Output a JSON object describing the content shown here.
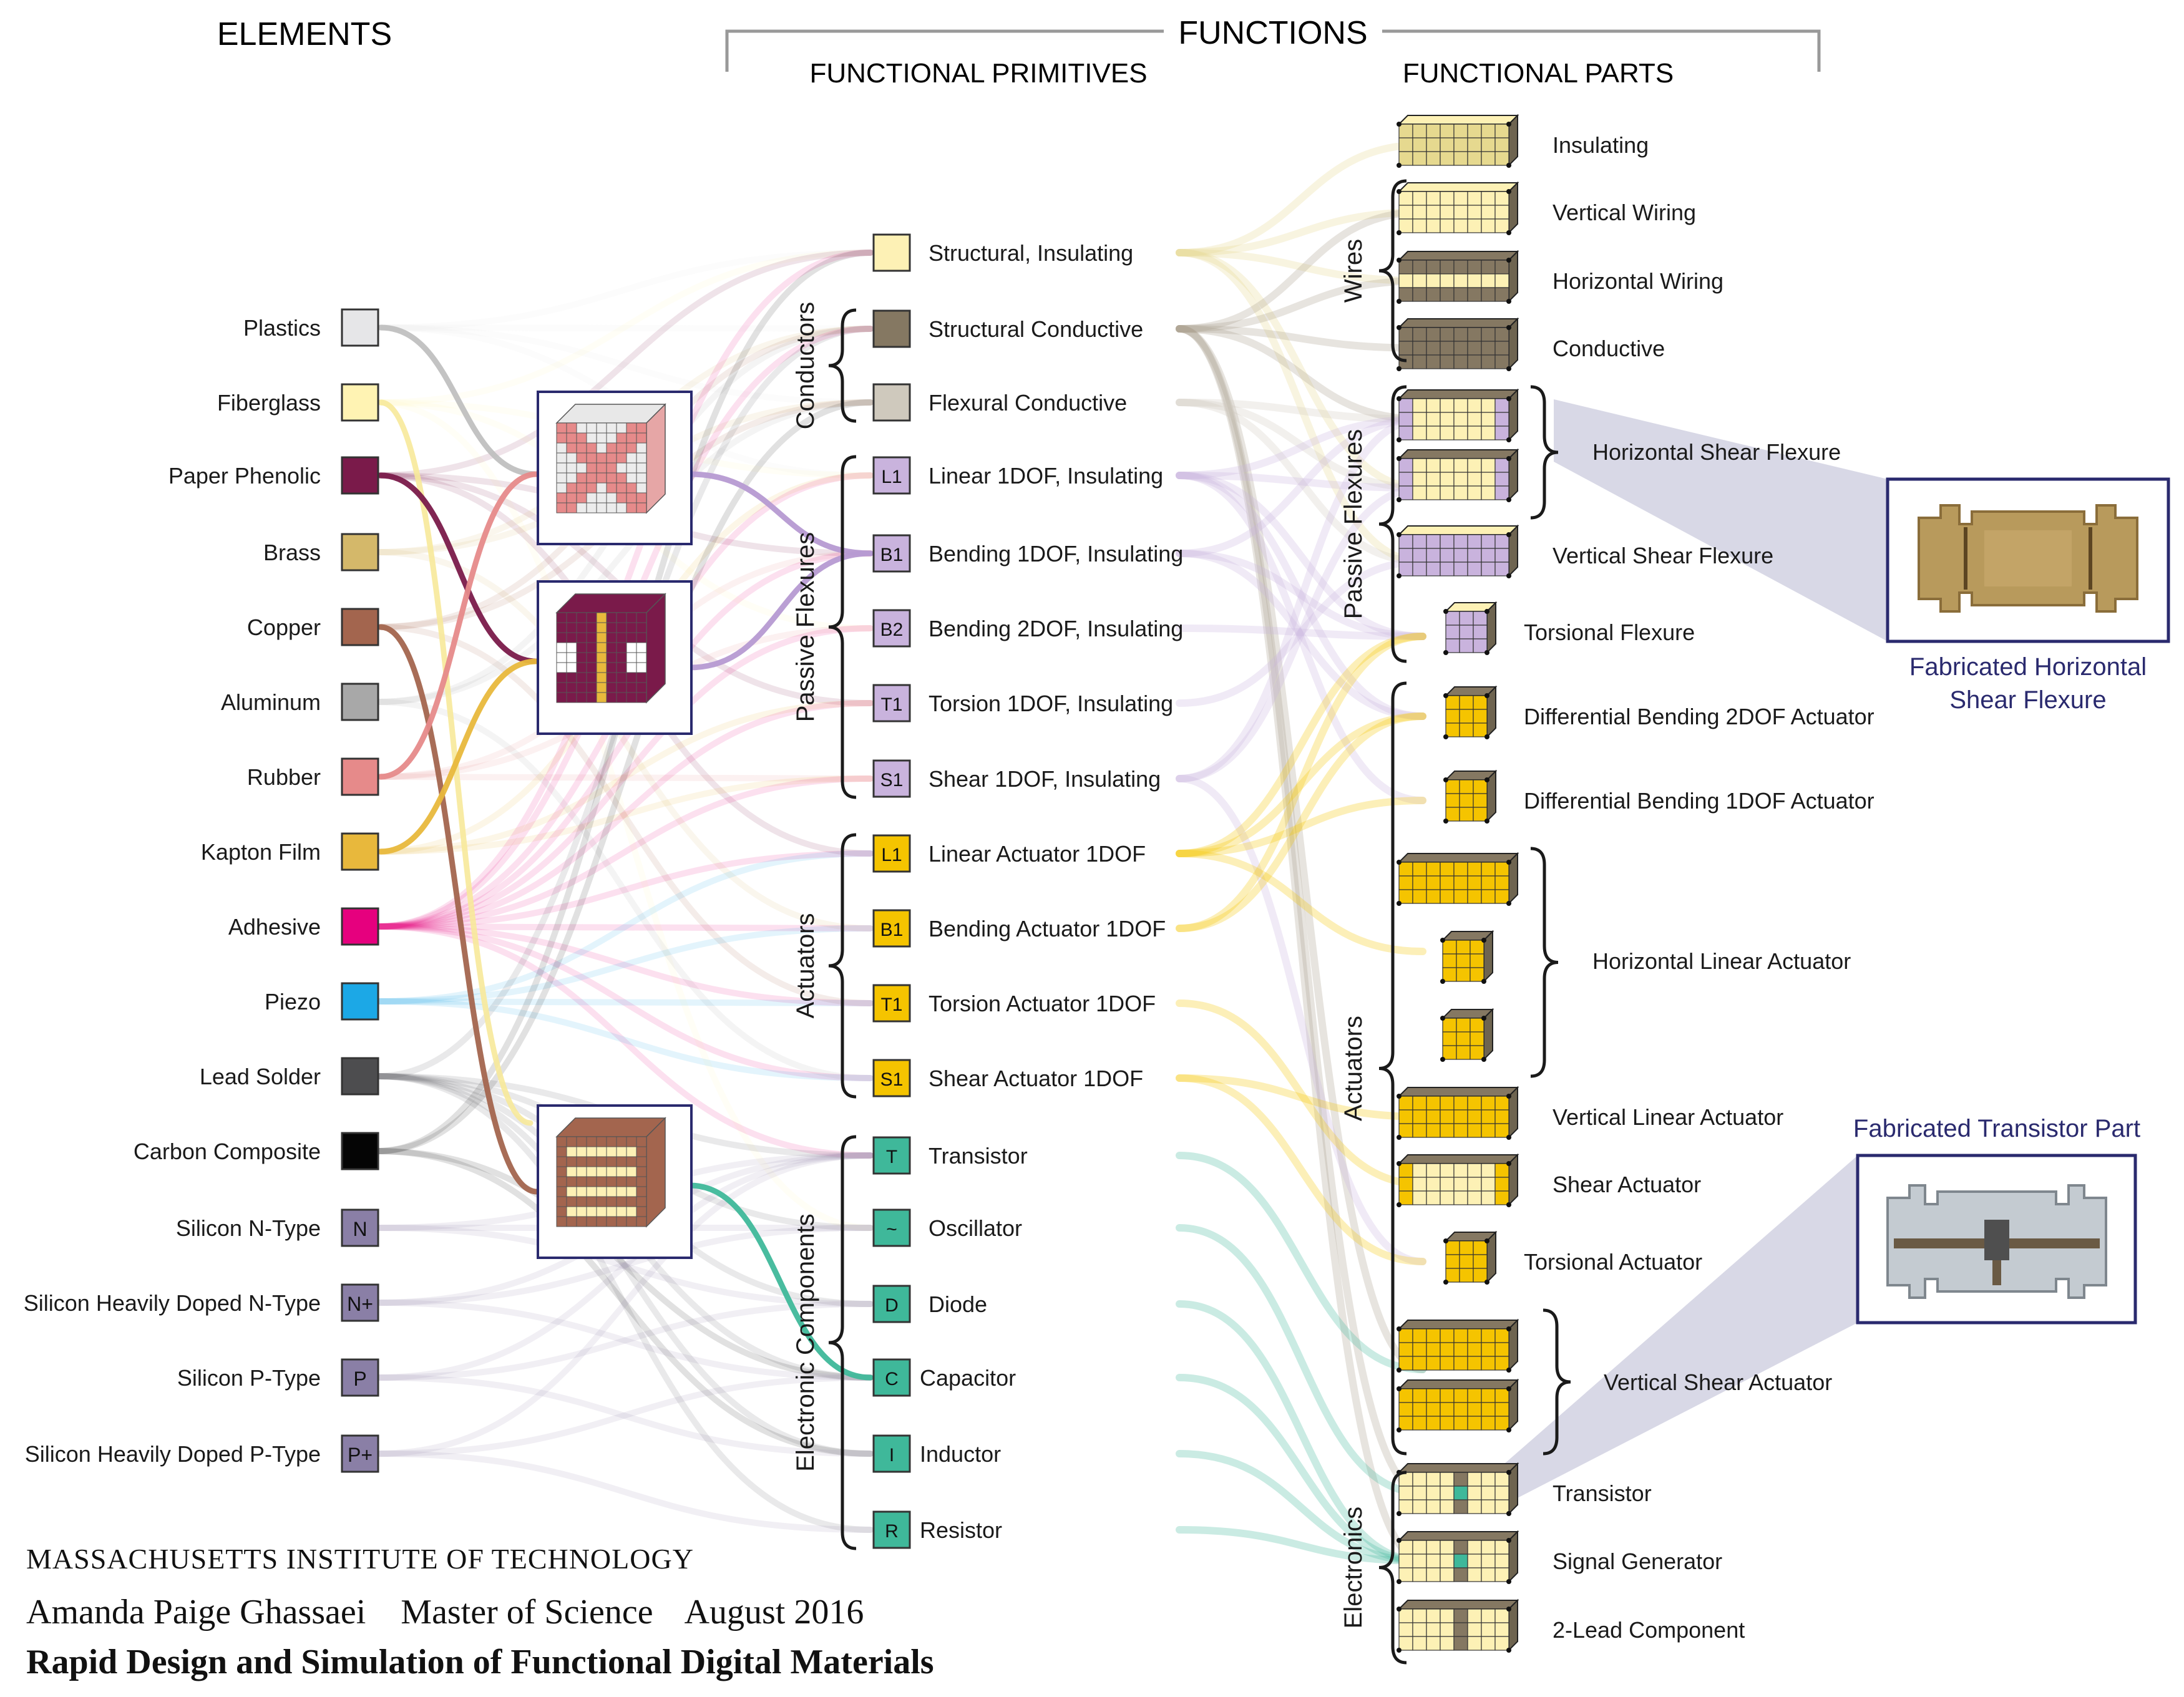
{
  "headings": {
    "elements": "ELEMENTS",
    "functions": "FUNCTIONS",
    "primitives": "FUNCTIONAL PRIMITIVES",
    "parts": "FUNCTIONAL PARTS"
  },
  "elements": [
    {
      "label": "Plastics",
      "color": "#e6e6e8",
      "code": ""
    },
    {
      "label": "Fiberglass",
      "color": "#fff3b3",
      "code": ""
    },
    {
      "label": "Paper Phenolic",
      "color": "#7a1a4a",
      "code": ""
    },
    {
      "label": "Brass",
      "color": "#d4b86a",
      "code": ""
    },
    {
      "label": "Copper",
      "color": "#a3654e",
      "code": ""
    },
    {
      "label": "Aluminum",
      "color": "#a8a8a8",
      "code": ""
    },
    {
      "label": "Rubber",
      "color": "#e68a8a",
      "code": ""
    },
    {
      "label": "Kapton Film",
      "color": "#e8b83c",
      "code": ""
    },
    {
      "label": "Adhesive",
      "color": "#e6007e",
      "code": ""
    },
    {
      "label": "Piezo",
      "color": "#1ca8e6",
      "code": ""
    },
    {
      "label": "Lead Solder",
      "color": "#4d4d4f",
      "code": ""
    },
    {
      "label": "Carbon Composite",
      "color": "#050505",
      "code": ""
    },
    {
      "label": "Silicon N-Type",
      "color": "#8a7fa6",
      "code": "N"
    },
    {
      "label": "Silicon Heavily Doped N-Type",
      "color": "#8a7fa6",
      "code": "N+"
    },
    {
      "label": "Silicon P-Type",
      "color": "#8a7fa6",
      "code": "P"
    },
    {
      "label": "Silicon Heavily Doped P-Type",
      "color": "#8a7fa6",
      "code": "P+"
    }
  ],
  "primitive_groups": [
    {
      "label": "Conductors"
    },
    {
      "label": "Passive Flexures"
    },
    {
      "label": "Actuators"
    },
    {
      "label": "Electronic Components"
    }
  ],
  "primitives": [
    {
      "label": "Structural, Insulating",
      "code": "",
      "color": "#fdf1b5"
    },
    {
      "label": "Structural Conductive",
      "code": "",
      "color": "#857862"
    },
    {
      "label": "Flexural Conductive",
      "code": "",
      "color": "#cfc9bd"
    },
    {
      "label": "Linear 1DOF, Insulating",
      "code": "L1",
      "color": "#c9b3dd"
    },
    {
      "label": "Bending 1DOF, Insulating",
      "code": "B1",
      "color": "#c9b3dd"
    },
    {
      "label": "Bending 2DOF, Insulating",
      "code": "B2",
      "color": "#c9b3dd"
    },
    {
      "label": "Torsion 1DOF, Insulating",
      "code": "T1",
      "color": "#c9b3dd"
    },
    {
      "label": "Shear 1DOF, Insulating",
      "code": "S1",
      "color": "#c9b3dd"
    },
    {
      "label": "Linear Actuator 1DOF",
      "code": "L1",
      "color": "#f5c400"
    },
    {
      "label": "Bending Actuator 1DOF",
      "code": "B1",
      "color": "#f5c400"
    },
    {
      "label": "Torsion Actuator 1DOF",
      "code": "T1",
      "color": "#f5c400"
    },
    {
      "label": "Shear Actuator 1DOF",
      "code": "S1",
      "color": "#f5c400"
    },
    {
      "label": "Transistor",
      "code": "T",
      "color": "#3fb89a"
    },
    {
      "label": "Oscillator",
      "code": "~",
      "color": "#3fb89a"
    },
    {
      "label": "Diode",
      "code": "D",
      "color": "#3fb89a"
    },
    {
      "label": "Capacitor",
      "code": "C",
      "color": "#3fb89a"
    },
    {
      "label": "Inductor",
      "code": "I",
      "color": "#3fb89a"
    },
    {
      "label": "Resistor",
      "code": "R",
      "color": "#3fb89a"
    }
  ],
  "part_groups": [
    {
      "label": "Wires"
    },
    {
      "label": "Passive Flexures"
    },
    {
      "label": "Actuators"
    },
    {
      "label": "Electronics"
    }
  ],
  "parts": [
    {
      "label": "Insulating",
      "kind": "plain",
      "top": "#fdf1b5",
      "side": "#e6d98f",
      "mark": ""
    },
    {
      "label": "Vertical Wiring",
      "kind": "plain",
      "top": "#fdf1b5",
      "side": "#857862",
      "mark": ""
    },
    {
      "label": "Horizontal Wiring",
      "kind": "plain",
      "top": "#857862",
      "side": "#857862",
      "mark": ""
    },
    {
      "label": "Conductive",
      "kind": "plain",
      "top": "#857862",
      "side": "#857862",
      "mark": ""
    },
    {
      "label": "Horizontal Shear Flexure",
      "kind": "double",
      "top": "#857862",
      "side": "#c9b3dd",
      "mark": "B1"
    },
    {
      "label": "Vertical Shear Flexure",
      "kind": "plain",
      "top": "#fdf1b5",
      "side": "#c9b3dd",
      "mark": "S1"
    },
    {
      "label": "Torsional Flexure",
      "kind": "small",
      "top": "#fdf1b5",
      "side": "#c9b3dd",
      "mark": "S1"
    },
    {
      "label": "Differential Bending 2DOF Actuator",
      "kind": "small",
      "top": "#857862",
      "side": "#f5c400",
      "mark": "L1"
    },
    {
      "label": "Differential Bending 1DOF Actuator",
      "kind": "small",
      "top": "#857862",
      "side": "#f5c400",
      "mark": "L1"
    },
    {
      "label": "Horizontal Linear Actuator",
      "kind": "triple",
      "top": "#857862",
      "side": "#f5c400",
      "mark": "L1"
    },
    {
      "label": "Vertical Linear Actuator",
      "kind": "plain",
      "top": "#857862",
      "side": "#f5c400",
      "mark": "L1"
    },
    {
      "label": "Shear Actuator",
      "kind": "plain",
      "top": "#857862",
      "side": "#f5c400",
      "mark": "B1"
    },
    {
      "label": "Torsional Actuator",
      "kind": "small",
      "top": "#857862",
      "side": "#f5c400",
      "mark": ""
    },
    {
      "label": "Vertical Shear Actuator",
      "kind": "double",
      "top": "#857862",
      "side": "#f5c400",
      "mark": "S1"
    },
    {
      "label": "Transistor",
      "kind": "plain",
      "top": "#857862",
      "side": "#fdf1b5",
      "mark": "T"
    },
    {
      "label": "Signal Generator",
      "kind": "plain",
      "top": "#857862",
      "side": "#fdf1b5",
      "mark": "~"
    },
    {
      "label": "2-Lead Component",
      "kind": "plain",
      "top": "#857862",
      "side": "#fdf1b5",
      "mark": ""
    }
  ],
  "insets": [
    {
      "label_line1": "Fabricated Horizontal",
      "label_line2": "Shear Flexure"
    },
    {
      "label_line1": "Fabricated Transistor Part",
      "label_line2": ""
    }
  ],
  "credits": {
    "institution": "MASSACHUSETTS INSTITUTE OF TECHNOLOGY",
    "author": "Amanda Paige Ghassaei",
    "degree": "Master of Science",
    "date": "August 2016",
    "thesis_title": "Rapid Design and Simulation of Functional Digital Materials"
  },
  "colors": {
    "frame": "#2a2a6e",
    "inset_label": "#2a2a6e",
    "bracket": "#1a1a1a",
    "shade": "#c8c8dc"
  }
}
